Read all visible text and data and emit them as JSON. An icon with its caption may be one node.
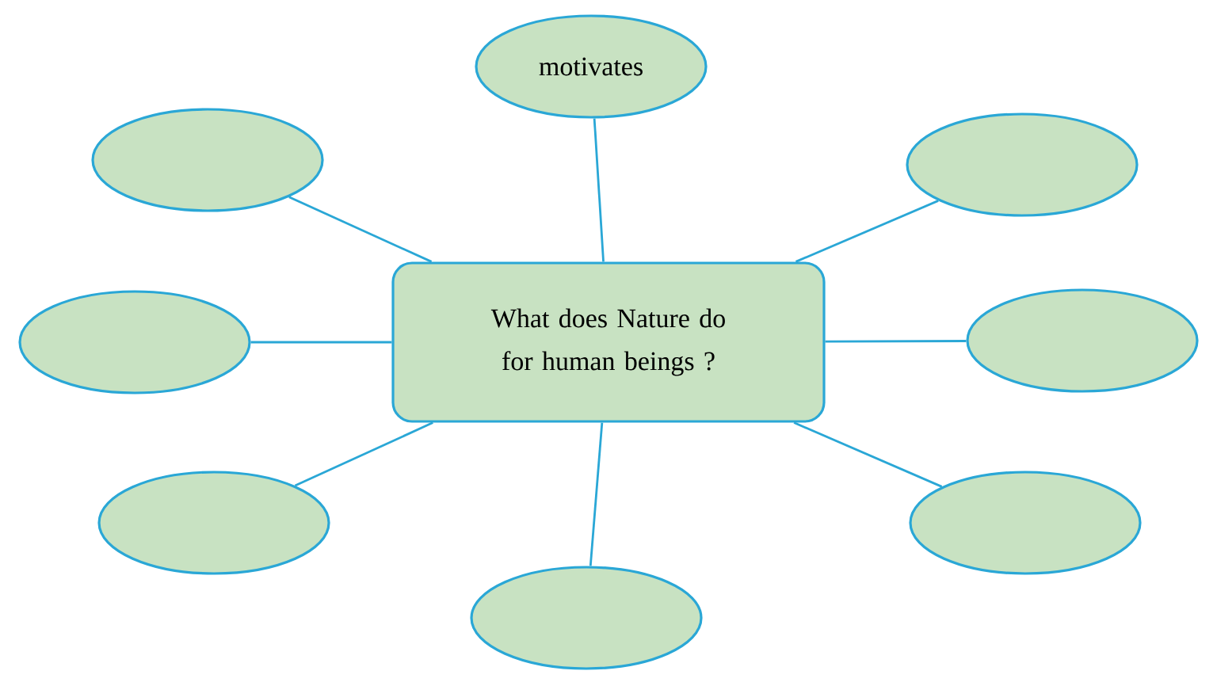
{
  "diagram": {
    "nodes": [
      {
        "text": [
          "What does Nature do for human beings ?"
        ]
      },
      {
        "text": [
          "motivates"
        ]
      },
      {
        "text": [],
        "shape": "ellipse"
      },
      {
        "text": [],
        "shape": "ellipse"
      },
      {
        "text": [],
        "shape": "ellipse"
      },
      {
        "text": [],
        "shape": "ellipse"
      },
      {
        "text": [],
        "shape": "ellipse"
      },
      {
        "text": [],
        "shape": "ellipse"
      },
      {
        "text": [],
        "shape": "ellipse"
      }
    ],
    "edges": [
      {
        "from": 0,
        "to": 1,
        "arrow": "none"
      },
      {
        "from": 0,
        "to": 2,
        "arrow": "none"
      },
      {
        "from": 0,
        "to": 3,
        "arrow": "none"
      },
      {
        "from": 0,
        "to": 4,
        "arrow": "none"
      },
      {
        "from": 0,
        "to": 5,
        "arrow": "none"
      },
      {
        "from": 0,
        "to": 6,
        "arrow": "none"
      },
      {
        "from": 0,
        "to": 7,
        "arrow": "none"
      },
      {
        "from": 0,
        "to": 8,
        "arrow": "none"
      }
    ]
  }
}
